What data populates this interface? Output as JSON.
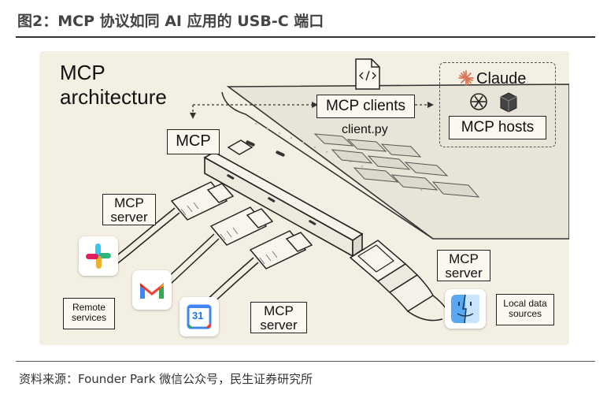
{
  "figure": {
    "title": "图2：MCP 协议如同 AI 应用的 USB-C 端口",
    "source": "资料来源：Founder Park 微信公众号，民生证券研究所"
  },
  "diagram": {
    "heading_line1": "MCP",
    "heading_line2": "architecture",
    "mcp_label": "MCP",
    "mcp_clients": "MCP clients",
    "client_file": "client.py",
    "claude": "Claude",
    "mcp_hosts": "MCP hosts",
    "server_top_line1": "MCP",
    "server_top_line2": "server",
    "server_mid_line1": "MCP",
    "server_mid_line2": "server",
    "server_right_line1": "MCP",
    "server_right_line2": "server",
    "remote_line1": "Remote",
    "remote_line2": "services",
    "local_line1": "Local data",
    "local_line2": "sources",
    "gcal_day": "31",
    "icons": [
      "code-file-icon",
      "claude-sparkle-icon",
      "openai-icon",
      "cube-icon",
      "slack-icon",
      "gmail-icon",
      "google-calendar-icon",
      "finder-icon",
      "usb-plug-icon"
    ],
    "colors": {
      "panel": "#f3f0e3",
      "claude_orange": "#d97757",
      "gmail_red": "#ea4335",
      "slack_purple": "#611f69",
      "finder_blue": "#5aa9f0"
    }
  }
}
